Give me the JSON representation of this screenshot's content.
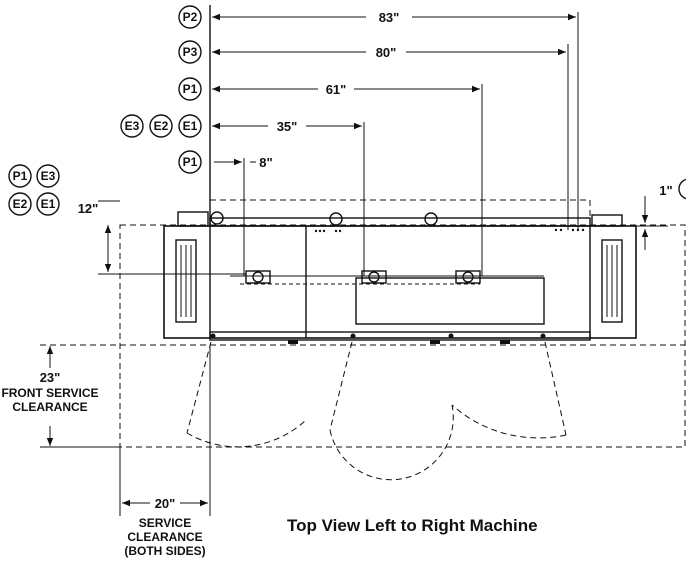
{
  "dimensions": {
    "p2_83": "83\"",
    "p3_80": "80\"",
    "p1_61": "61\"",
    "e_35": "35\"",
    "p1_8": "8\"",
    "left_12": "12\"",
    "right_1": "1\"",
    "front_23": "23\"",
    "side_20": "20\""
  },
  "tags": {
    "p2": "P2",
    "p3": "P3",
    "p1": "P1",
    "e1": "E1",
    "e2": "E2",
    "e3": "E3"
  },
  "labels": {
    "front_line1": "FRONT SERVICE",
    "front_line2": "CLEARANCE",
    "side_line1": "SERVICE",
    "side_line2": "CLEARANCE",
    "side_line3": "(BOTH SIDES)"
  },
  "title": "Top View Left to Right Machine"
}
